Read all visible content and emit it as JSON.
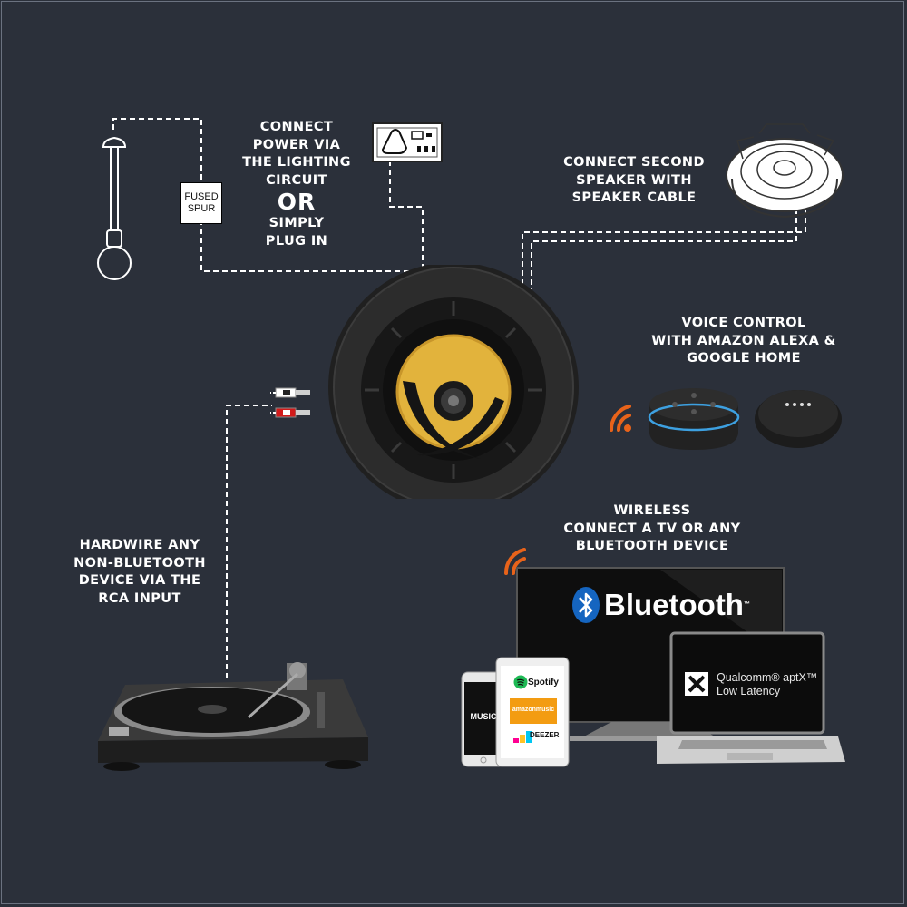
{
  "labels": {
    "power_line1": "CONNECT",
    "power_line2": "POWER VIA",
    "power_line3": "THE LIGHTING",
    "power_line4": "CIRCUIT",
    "or": "OR",
    "plug_line1": "SIMPLY",
    "plug_line2": "PLUG IN",
    "second_line1": "CONNECT SECOND",
    "second_line2": "SPEAKER WITH",
    "second_line3": "SPEAKER CABLE",
    "voice_line1": "VOICE CONTROL",
    "voice_line2": "WITH AMAZON ALEXA &",
    "voice_line3": "GOOGLE HOME",
    "wireless_line1": "WIRELESS",
    "wireless_line2": "CONNECT A TV OR ANY",
    "wireless_line3": "BLUETOOTH DEVICE",
    "rca_line1": "HARDWIRE ANY",
    "rca_line2": "NON-BLUETOOTH",
    "rca_line3": "DEVICE VIA THE",
    "rca_line4": "RCA INPUT"
  },
  "fused_spur": {
    "line1": "FUSED",
    "line2": "SPUR"
  },
  "bluetooth": {
    "word": "Bluetooth",
    "tm": "™"
  },
  "aptx": {
    "line1": "Qualcomm® aptX™",
    "line2": "Low Latency"
  },
  "apps": {
    "apple_music": "MUSIC",
    "spotify": "Spotify",
    "amazon_music": "amazonmusic",
    "deezer": "DEEZER"
  },
  "icons": [
    "pendant-light-icon",
    "wall-socket-icon",
    "ceiling-speaker-outline-icon",
    "rca-connector-icon",
    "wifi-signal-icon",
    "bluetooth-icon",
    "aptx-icon"
  ],
  "colors": {
    "background": "#2b303a",
    "accent_orange": "#e8631a",
    "speaker_cone": "#e2b33c",
    "bluetooth_blue": "#1565c0",
    "dashed_line": "#ffffff"
  }
}
